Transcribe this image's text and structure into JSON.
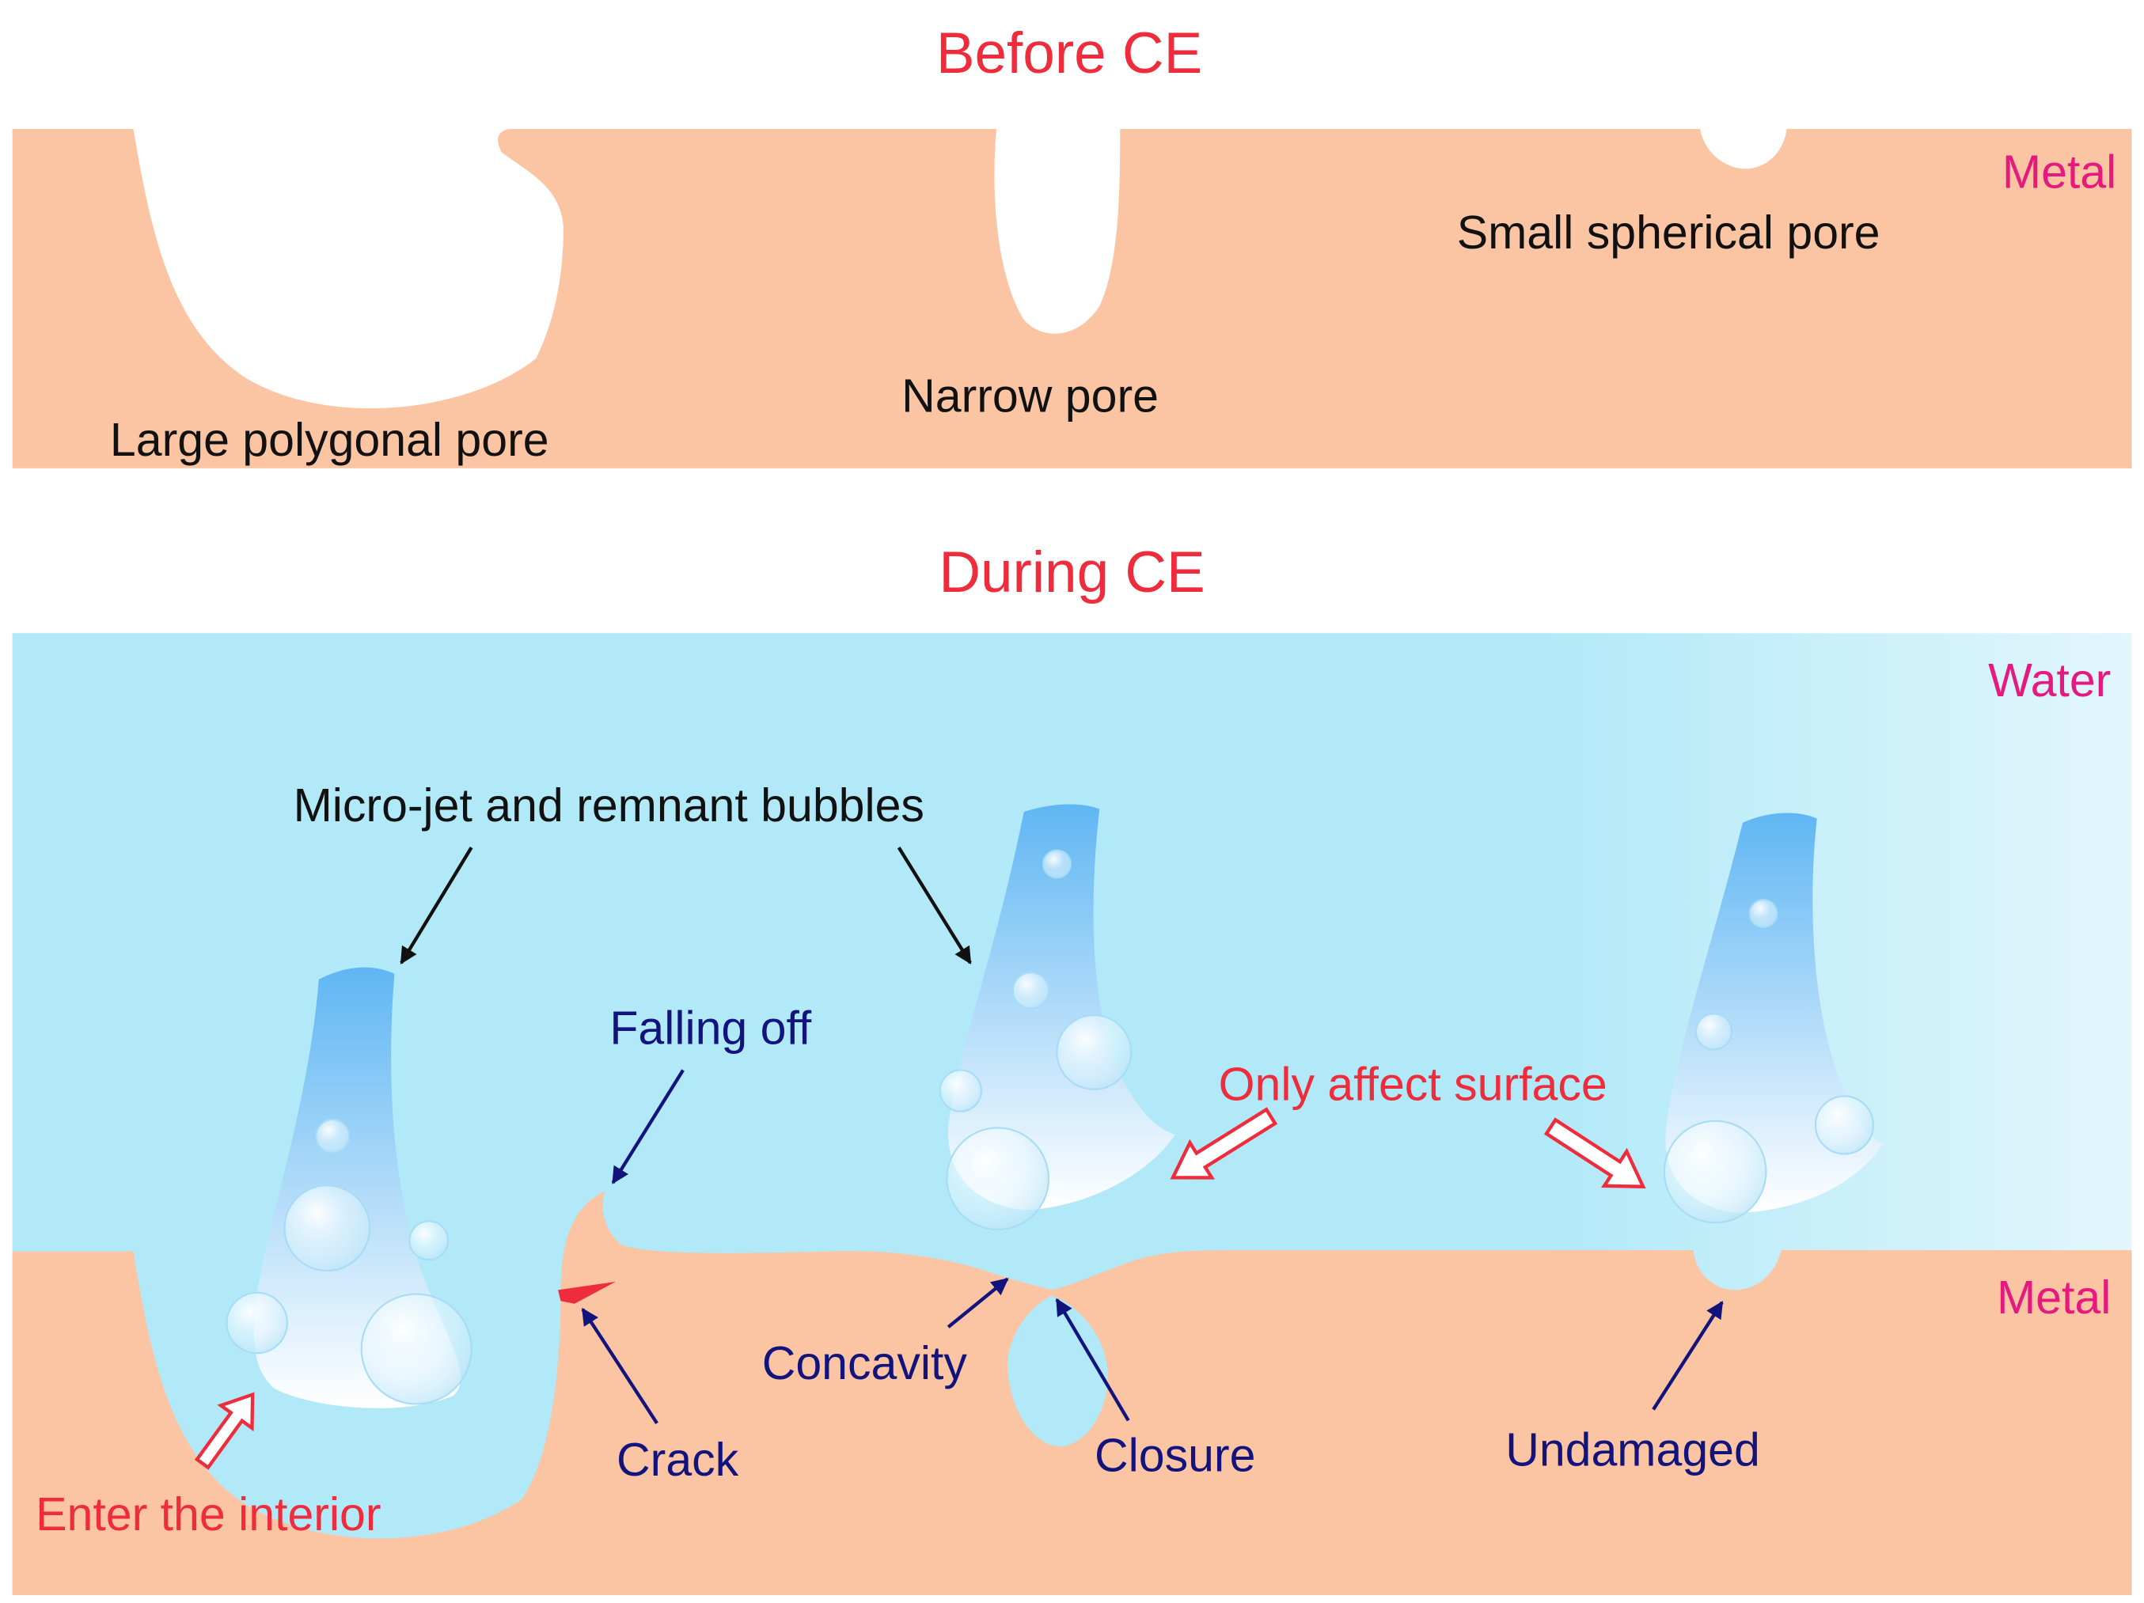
{
  "colors": {
    "metal": "#fbc4a2",
    "water_top": "#b1e9f8",
    "water_right": "#e2f6fc",
    "jet_top": "#5fb6f3",
    "jet_bottom": "#ffffff",
    "title_red": "#ee2c3c",
    "material_magenta": "#e6197f",
    "annotation_navy": "#13137e",
    "annotation_red": "#ee2c3c",
    "black": "#111111"
  },
  "before": {
    "title": "Before CE",
    "material": "Metal",
    "labels": {
      "large_pore": "Large polygonal pore",
      "narrow_pore": "Narrow pore",
      "small_pore": "Small spherical  pore"
    }
  },
  "during": {
    "title": "During CE",
    "water": "Water",
    "material": "Metal",
    "labels": {
      "microjet": "Micro-jet and remnant bubbles",
      "falling_off": "Falling off",
      "only_surface": "Only affect surface",
      "concavity": "Concavity",
      "closure": "Closure",
      "crack": "Crack",
      "undamaged": "Undamaged",
      "enter_interior": "Enter the interior"
    }
  }
}
